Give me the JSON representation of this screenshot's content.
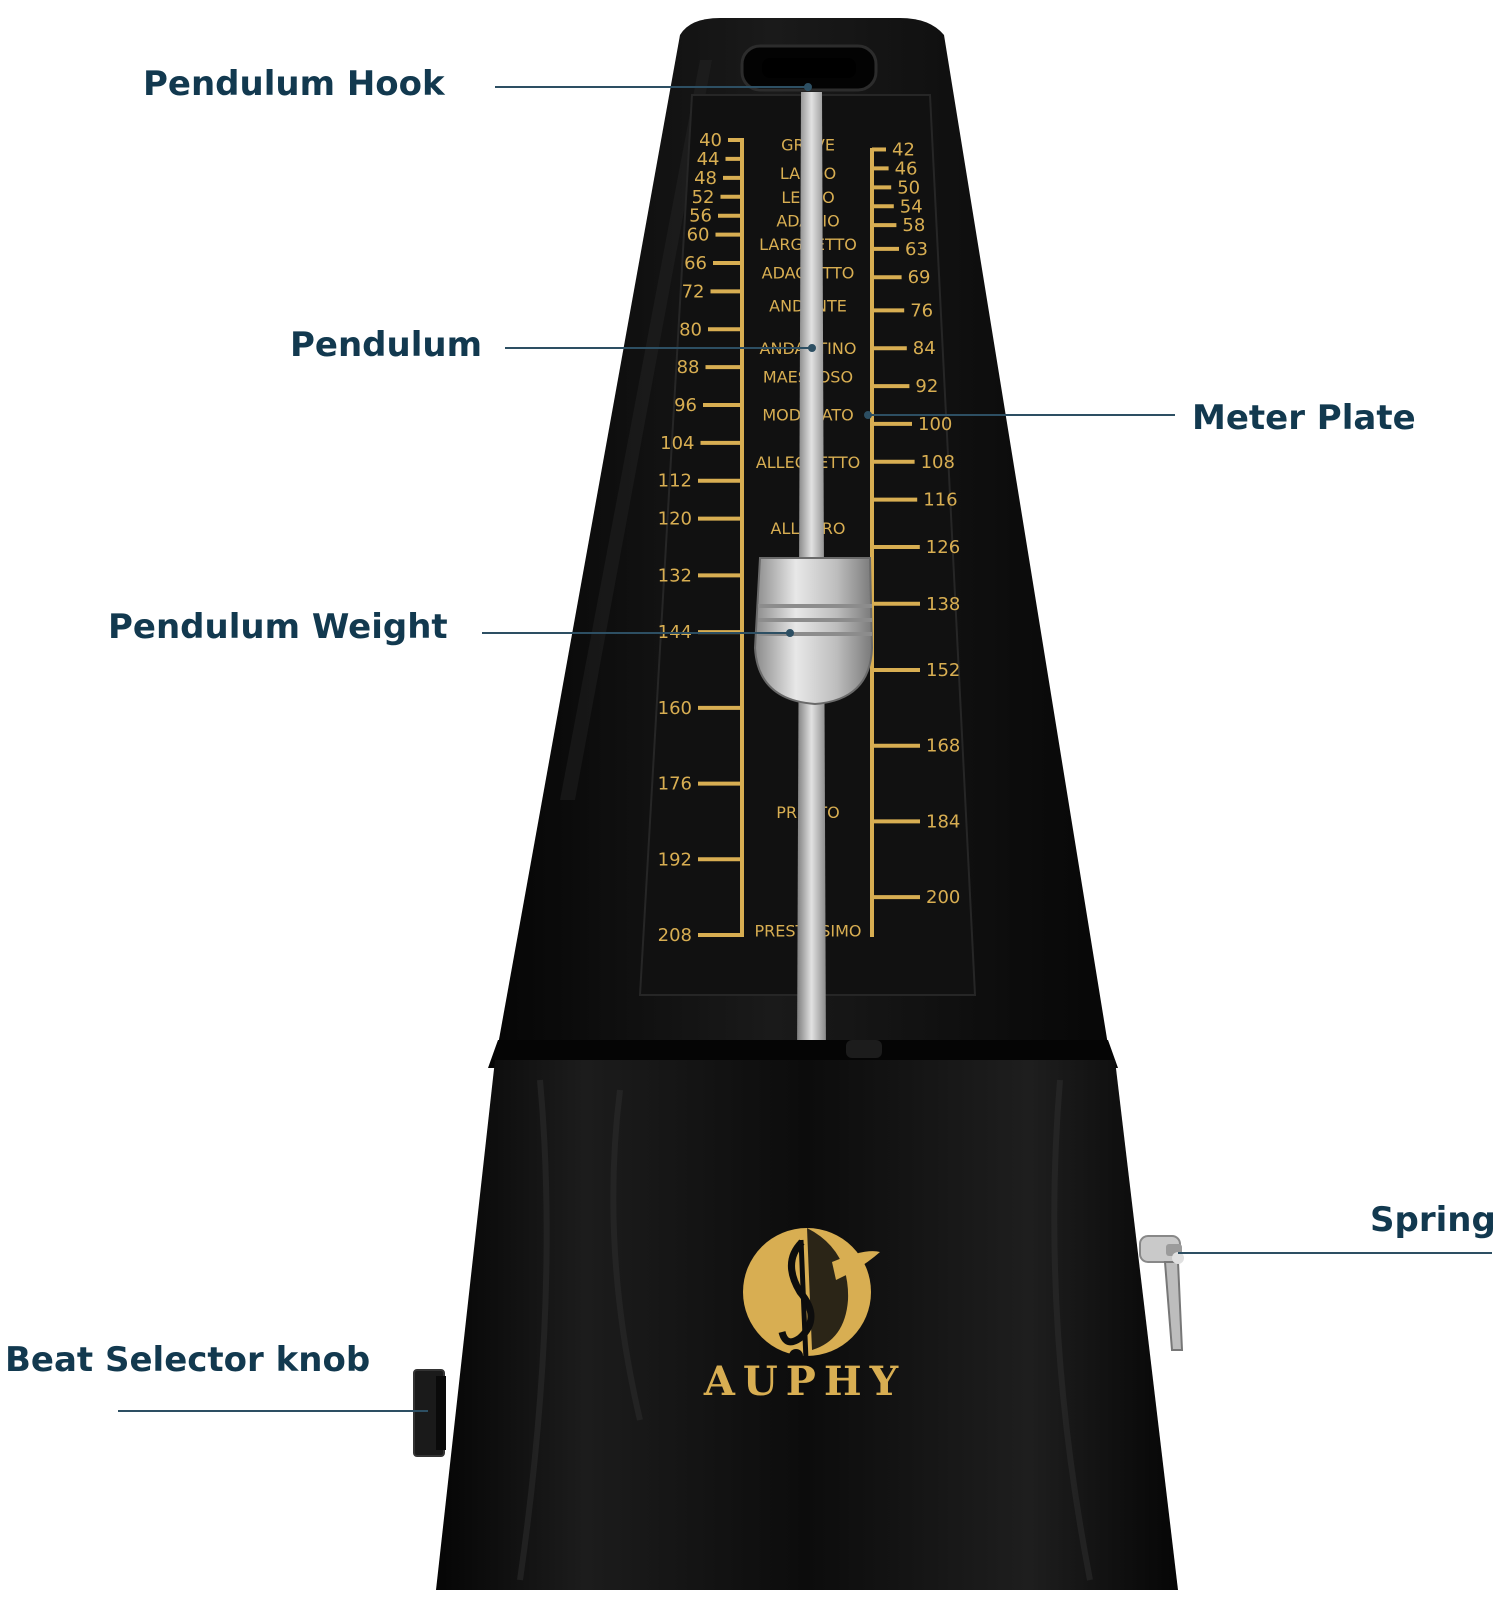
{
  "callouts": {
    "pendulum_hook": "Pendulum Hook",
    "pendulum": "Pendulum",
    "meter_plate": "Meter Plate",
    "pendulum_weight": "Pendulum Weight",
    "spring": "Spring",
    "beat_selector_knob": "Beat Selector knob"
  },
  "brand": {
    "name": "AUPHY",
    "logo": "treble-clef-logo"
  },
  "meter_plate": {
    "left_scale": [
      "40",
      "44",
      "48",
      "52",
      "56",
      "60",
      "66",
      "72",
      "80",
      "88",
      "96",
      "104",
      "112",
      "120",
      "132",
      "144",
      "160",
      "176",
      "192",
      "208"
    ],
    "right_scale": [
      "42",
      "46",
      "50",
      "54",
      "58",
      "63",
      "69",
      "76",
      "84",
      "92",
      "100",
      "108",
      "116",
      "126",
      "138",
      "152",
      "168",
      "184",
      "200"
    ],
    "tempo_terms": [
      "GRAVE",
      "LARGO",
      "LENTO",
      "ADAGIO",
      "LARGHETTO",
      "ADAGIETTO",
      "ANDANTE",
      "ANDANTINO",
      "MAESTOSO",
      "MODERATO",
      "ALLEGRETTO",
      "ALLEGRO",
      "PRESTO",
      "PRESTISSIMO"
    ]
  },
  "colors": {
    "label_text": "#12394f",
    "leader_line": "#2d4f63",
    "body": "#0e0e0e",
    "gold": "#d8ae52",
    "silver": "#c8c8c8"
  }
}
